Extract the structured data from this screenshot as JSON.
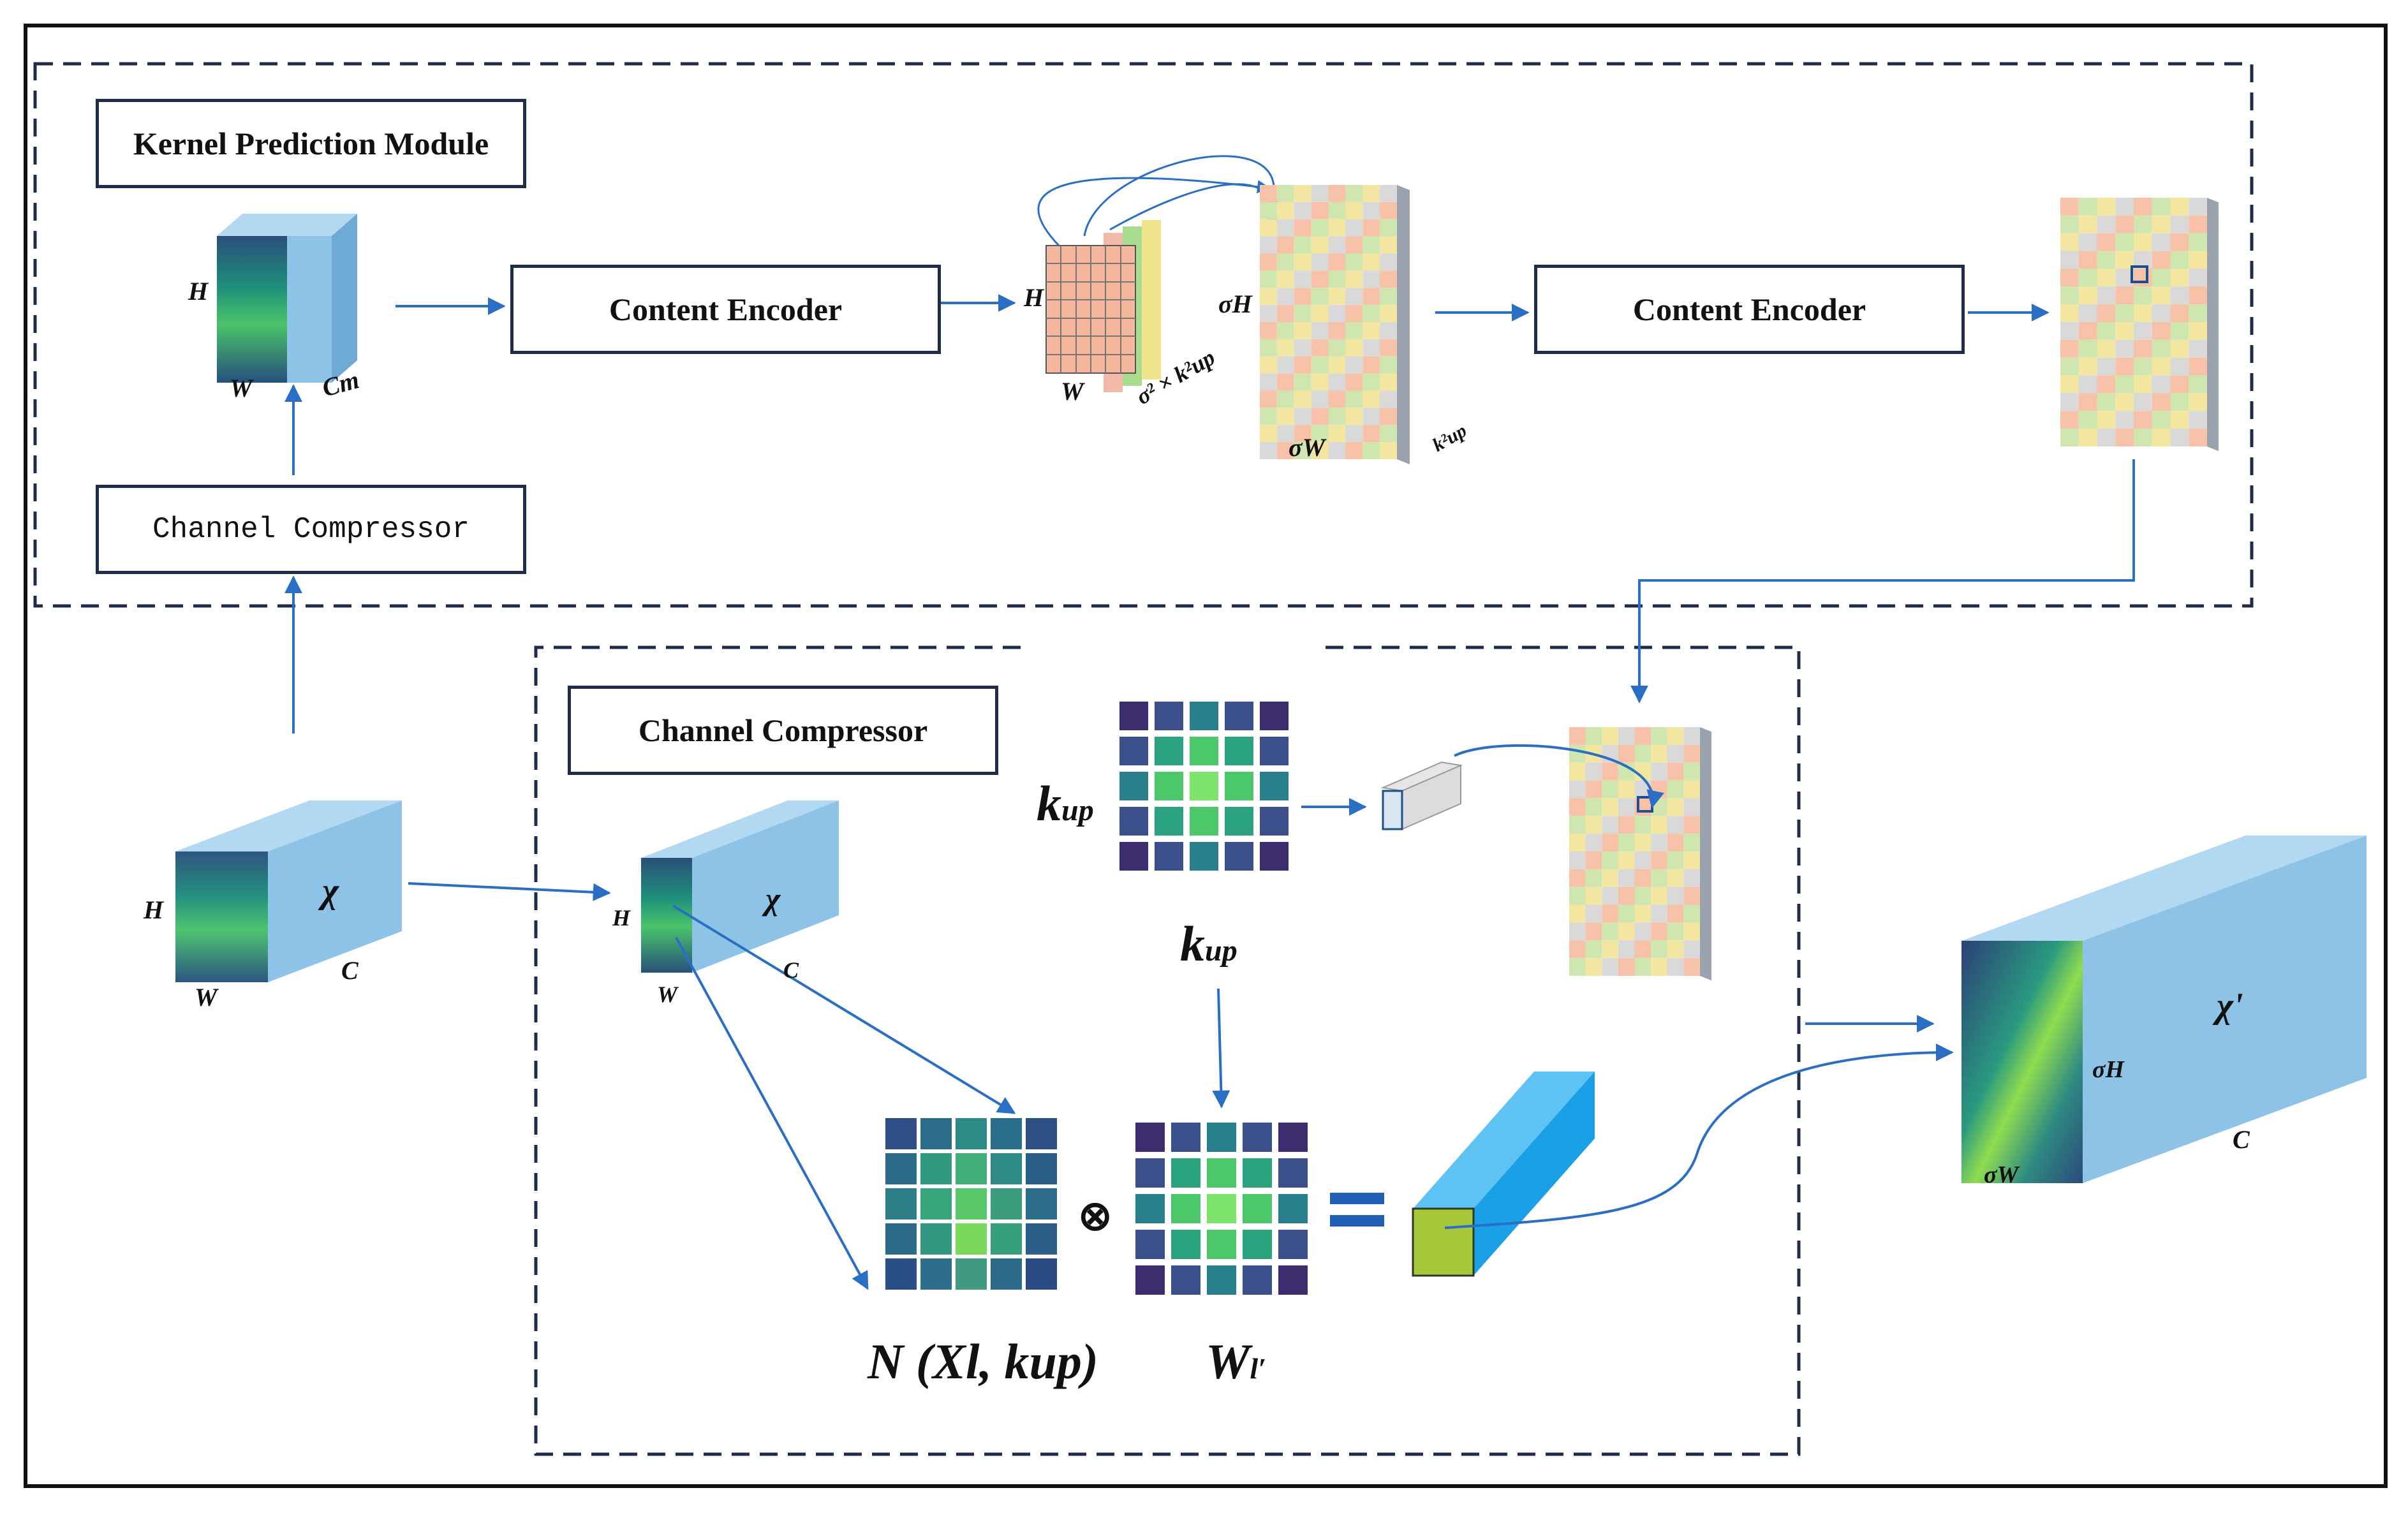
{
  "boxes": {
    "kernel_prediction_module": "Kernel Prediction Module",
    "channel_compressor_top": "Channel Compressor",
    "content_encoder_1": "Content Encoder",
    "content_encoder_2": "Content Encoder",
    "channel_compressor_bottom": "Channel Compressor"
  },
  "labels": {
    "H": "H",
    "W": "W",
    "Cm": "Cm",
    "C": "C",
    "chi": "χ",
    "chi_prime": "χ'",
    "sigma_H": "σH",
    "sigma_W": "σW",
    "sigma2_kup2": "σ² × k²up",
    "kup2": "k²up",
    "kup_base": "k",
    "kup_sub": "up",
    "operator_otimes": "⊗",
    "operator_equals": "=",
    "neighborhood": "N (Xl, kup)",
    "weight_base": "W",
    "weight_sub": "l′"
  },
  "colors": {
    "cube_face": "#8ec3e8",
    "cube_top": "#b3d8f2",
    "cube_side": "#6faad6",
    "arrow": "#2b6fc4",
    "dashed_border": "#1f2d4a",
    "grid_dark": "#3e2d6e",
    "grid_mid": "#2a7f8e",
    "grid_green": "#4cc86a",
    "grid_light": "#7de36a",
    "output_bar": "#1aa0e6",
    "output_cell": "#a6c83a"
  }
}
